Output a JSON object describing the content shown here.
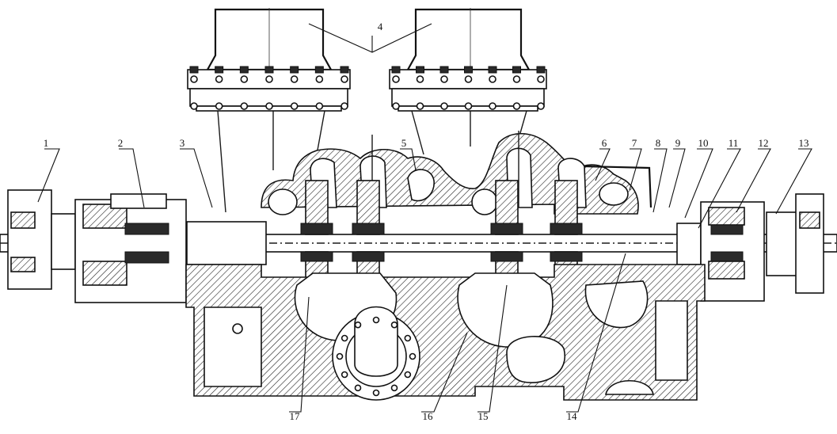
{
  "callouts": [
    {
      "id": "label-1",
      "text": "1"
    },
    {
      "id": "label-2",
      "text": "2"
    },
    {
      "id": "label-3",
      "text": "3"
    },
    {
      "id": "label-4",
      "text": "4"
    },
    {
      "id": "label-5",
      "text": "5"
    },
    {
      "id": "label-6",
      "text": "6"
    },
    {
      "id": "label-7",
      "text": "7"
    },
    {
      "id": "label-8",
      "text": "8"
    },
    {
      "id": "label-9",
      "text": "9"
    },
    {
      "id": "label-10",
      "text": "10"
    },
    {
      "id": "label-11",
      "text": "11"
    },
    {
      "id": "label-12",
      "text": "12"
    },
    {
      "id": "label-13",
      "text": "13"
    },
    {
      "id": "label-14",
      "text": "14"
    },
    {
      "id": "label-15",
      "text": "15"
    },
    {
      "id": "label-16",
      "text": "16"
    },
    {
      "id": "label-17",
      "text": "17"
    }
  ]
}
